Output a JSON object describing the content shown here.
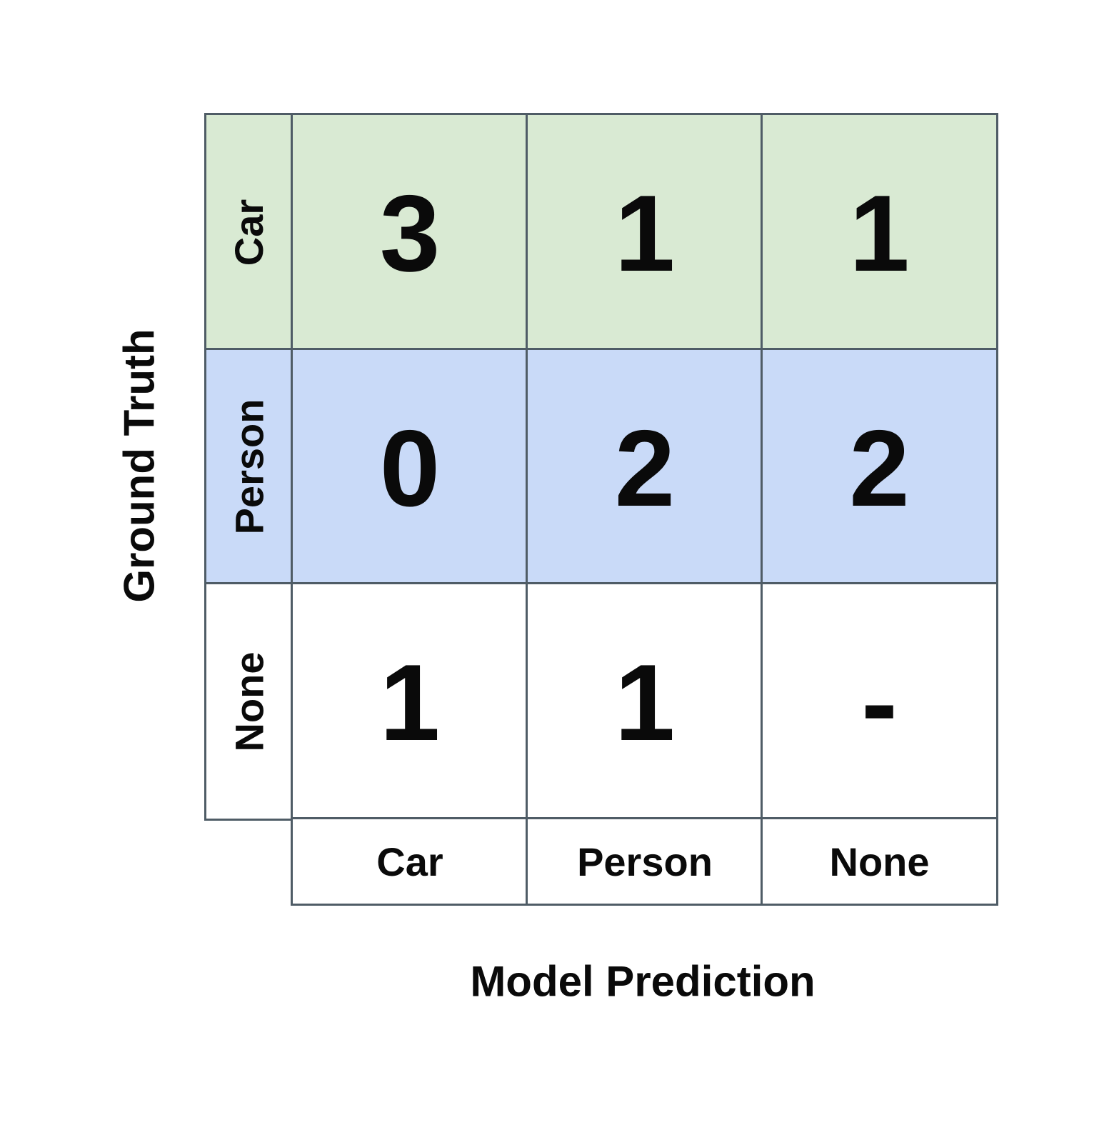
{
  "chart_data": {
    "type": "heatmap",
    "xlabel": "Model Prediction",
    "ylabel": "Ground Truth",
    "x_categories": [
      "Car",
      "Person",
      "None"
    ],
    "y_categories": [
      "Car",
      "Person",
      "None"
    ],
    "cells": [
      [
        "3",
        "1",
        "1"
      ],
      [
        "0",
        "2",
        "2"
      ],
      [
        "1",
        "1",
        "-"
      ]
    ],
    "row_colors": [
      "#d9ead3",
      "#c9daf8",
      "#ffffff"
    ],
    "border_color": "#4f5c66"
  }
}
